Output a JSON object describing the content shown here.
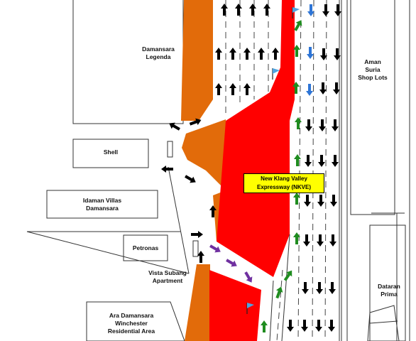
{
  "map": {
    "colors": {
      "road_widening": "#ff0000",
      "existing_reserve": "#e26b0a",
      "flow_arrow_black": "#000000",
      "flow_arrow_green": "#1f8c1f",
      "flow_arrow_blue": "#2e75d6",
      "flow_arrow_purple": "#7030a0",
      "flag": "#4fa3e0",
      "callout_fill": "#ffff00",
      "building_outline": "#333333"
    },
    "expressway_label": {
      "line1": "New Klang Valley",
      "line2": "Expressway (NKVE)"
    },
    "places": {
      "damansara_legenda": {
        "line1": "Damansara",
        "line2": "Legenda"
      },
      "shell": "Shell",
      "idaman_villas": {
        "line1": "Idaman Villas",
        "line2": "Damansara"
      },
      "petronas": "Petronas",
      "vista_subang": {
        "line1": "Vista Subang",
        "line2": "Apartment"
      },
      "ara_damansara": {
        "line1": "Ara Damansara",
        "line2": "Winchester",
        "line3": "Residential Area"
      },
      "aman_suria": {
        "line1": "Aman",
        "line2": "Suria",
        "line3": "Shop Lots"
      },
      "dataran_prima": {
        "line1": "Dataran",
        "line2": "Prima"
      }
    },
    "icons": [
      "flow-arrow-icon",
      "flag-icon"
    ]
  }
}
